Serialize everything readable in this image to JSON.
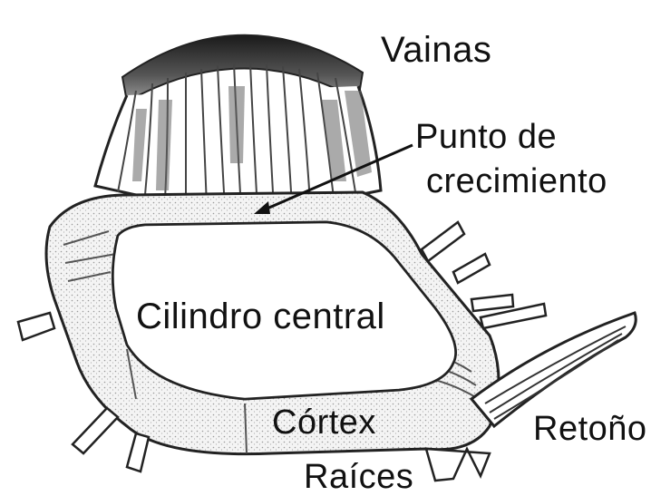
{
  "labels": {
    "sheaths": "Vainas",
    "growth_point_line1": "Punto de",
    "growth_point_line2": "crecimiento",
    "central_cylinder": "Cilindro central",
    "cortex": "Córtex",
    "roots": "Raíces",
    "shoot": "Retoño"
  }
}
